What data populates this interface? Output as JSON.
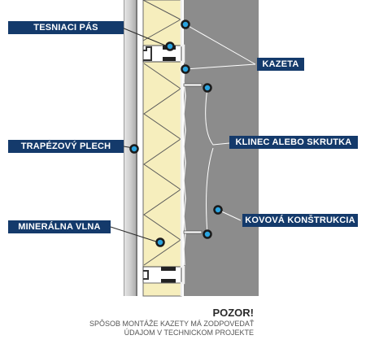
{
  "labels": {
    "tesniaci_pas": "TESNIACI PÁS",
    "trapezovy_plech": "TRAPÉZOVÝ PLECH",
    "mineralna_vlna": "MINERÁLNA VLNA",
    "kazeta": "KAZETA",
    "klinec_alebo_skrutka": "KLINEC ALEBO SKRUTKA",
    "kovova_konstrukcia": "KOVOVÁ KONŠTRUKCIA"
  },
  "warning": {
    "title": "POZOR!",
    "line_1": "SPÔSOB MONTÁŽE KAZETY MÁ ZODPOVEDAŤ",
    "line_2": "ÚDAJOM V TECHNICKOM PROJEKTE"
  },
  "colors": {
    "label_background": "#143a6b",
    "label_text": "#ffffff",
    "marker_fill": "#2aa3df",
    "insulation": "#f6eebd",
    "steel_structure": "#8c8c8c",
    "sheet_metal": "#d2d2d2"
  }
}
